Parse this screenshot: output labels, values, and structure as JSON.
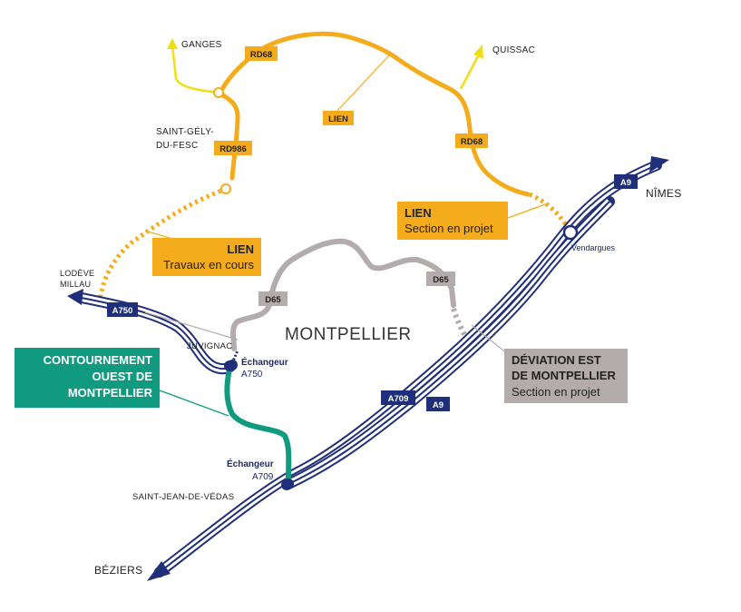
{
  "colors": {
    "motorway": "#1f2f7a",
    "link_yellow": "#f5ac1c",
    "green": "#109a80",
    "grey_road": "#b4acac",
    "arrow_yellow": "#f1dd14",
    "text_dark": "#222222",
    "tag_blue": "#1f2f7a"
  },
  "places": {
    "ganges": "GANGES",
    "quissac": "QUISSAC",
    "saint_gely_line1": "SAINT-GÉLY-",
    "saint_gely_line2": "DU-FESC",
    "nimes": "NÎMES",
    "vendargues": "Vendargues",
    "lodeve": "LODÈVE",
    "millau": "MILLAU",
    "juvignac": "JUVIGNAC",
    "montpellier": "MONTPELLIER",
    "saint_jean": "SAINT-JEAN-DE-VÉDAS",
    "beziers": "BÉZIERS"
  },
  "road_tags": {
    "rd68_left": "RD68",
    "rd68_right": "RD68",
    "rd986": "RD986",
    "lien": "LIEN",
    "d65_left": "D65",
    "d65_right": "D65",
    "a750": "A750",
    "a709": "A709",
    "a9_bottom": "A9",
    "a9_top": "A9"
  },
  "interchanges": {
    "a750_line1": "Échangeur",
    "a750_line2": "A750",
    "a709_line1": "Échangeur",
    "a709_line2": "A709"
  },
  "callouts": {
    "lien_travaux": {
      "title": "LIEN",
      "subtitle": "Travaux en cours"
    },
    "lien_projet": {
      "title": "LIEN",
      "subtitle": "Section en projet"
    },
    "contournement": {
      "line1": "CONTOURNEMENT",
      "line2": "OUEST DE",
      "line3": "MONTPELLIER"
    },
    "deviation": {
      "line1": "DÉVIATION EST",
      "line2": "DE MONTPELLIER",
      "subtitle": "Section en projet"
    }
  }
}
